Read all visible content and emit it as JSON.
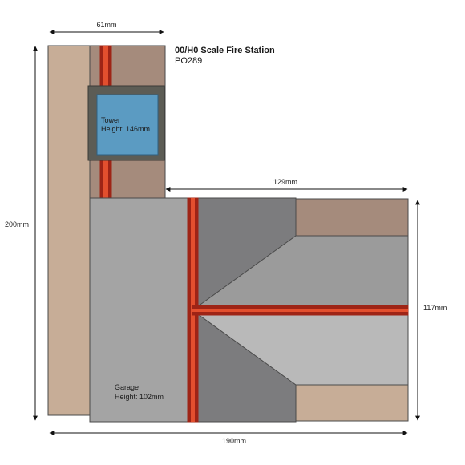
{
  "title": "00/H0 Scale Fire Station",
  "product_code": "PO289",
  "dimensions": {
    "top_width": "61mm",
    "total_height": "200mm",
    "garage_width": "129mm",
    "garage_height_side": "117mm",
    "total_width": "190mm"
  },
  "tower": {
    "name": "Tower",
    "height_label": "Height: 146mm"
  },
  "garage": {
    "name": "Garage",
    "height_label": "Height: 102mm"
  },
  "colors": {
    "wall_beige": "#c7ad97",
    "roof_brown": "#a58b7c",
    "tower_frame": "#5c5c55",
    "tower_glass": "#5b9bc2",
    "garage_left": "#a4a4a4",
    "garage_dark": "#7c7c7e",
    "garage_mid": "#9b9b9b",
    "garage_light": "#b9b9b9",
    "stripe_red": "#e34f2e",
    "stripe_dark": "#9e2416",
    "outline": "#4a4a4a"
  }
}
